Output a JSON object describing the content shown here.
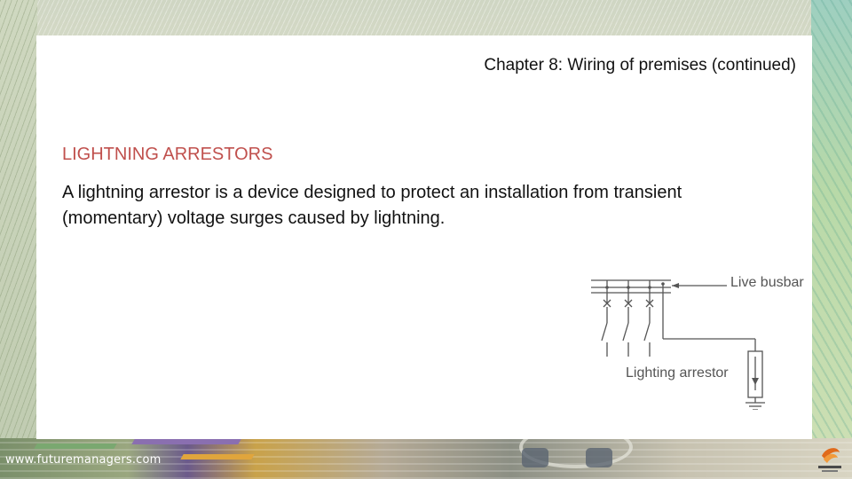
{
  "slide": {
    "chapter_title": "Chapter 8: Wiring of premises (continued)",
    "section_heading": "LIGHTNING ARRESTORS",
    "body_text": "A lightning arrestor is a device designed to protect an installation from transient (momentary) voltage surges caused by lightning."
  },
  "diagram": {
    "label_busbar": "Live busbar",
    "label_arrestor": "Lighting arrestor"
  },
  "footer": {
    "url": "www.futuremanagers.com"
  },
  "colors": {
    "heading": "#c0504d",
    "text": "#111111",
    "diagram_line": "#555555"
  }
}
